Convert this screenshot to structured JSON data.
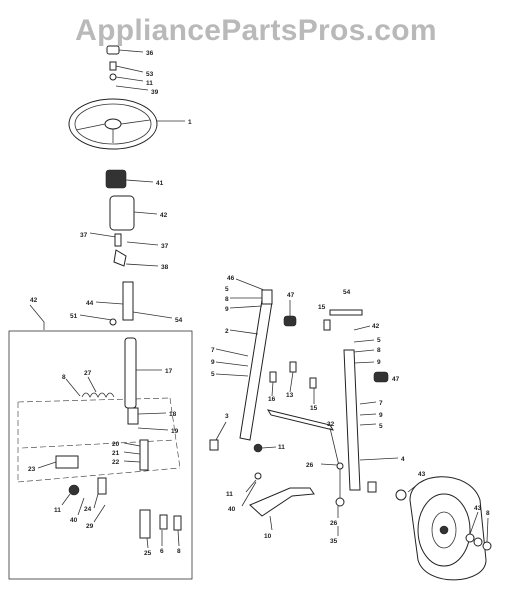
{
  "watermark": "AppliancePartsPros.com",
  "callouts": {
    "n36": "36",
    "n53": "53",
    "n11a": "11",
    "n39": "39",
    "n1": "1",
    "n41": "41",
    "n42a": "42",
    "n37a": "37",
    "n37b": "37",
    "n38": "38",
    "n42b": "42",
    "n44": "44",
    "n51": "51",
    "n54a": "54",
    "n17": "17",
    "n8a": "8",
    "n27": "27",
    "n18": "18",
    "n19": "19",
    "n20": "20",
    "n21": "21",
    "n22a": "22",
    "n23": "23",
    "n11b": "11",
    "n40a": "40",
    "n24": "24",
    "n29": "29",
    "n25": "25",
    "n6": "6",
    "n8b": "8",
    "n46": "46",
    "n5a": "5",
    "n8c": "8",
    "n9a": "9",
    "n47a": "47",
    "n2": "2",
    "n7a": "7",
    "n9b": "9",
    "n5b": "5",
    "n16": "16",
    "n13": "13",
    "n15": "15",
    "n15b": "15",
    "n54b": "54",
    "n42c": "42",
    "n5c": "5",
    "n8d": "8",
    "n9c": "9",
    "n47b": "47",
    "n7b": "7",
    "n9d": "9",
    "n5d": "5",
    "n3": "3",
    "n11c": "11",
    "n32": "32",
    "n26a": "26",
    "n4": "4",
    "n11d": "11",
    "n40b": "40",
    "n10": "10",
    "n26b": "26",
    "n35": "35",
    "n43a": "43",
    "n43b": "43",
    "n8e": "8"
  }
}
